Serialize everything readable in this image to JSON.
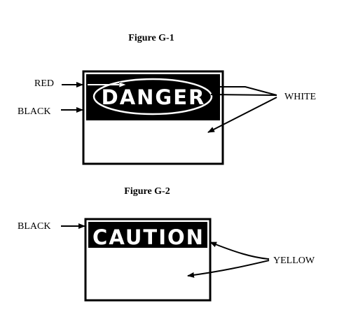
{
  "figure1": {
    "caption": "Figure G-1",
    "sign_word": "DANGER",
    "labels": {
      "red": "RED",
      "black": "BLACK",
      "white": "WHITE"
    }
  },
  "figure2": {
    "caption": "Figure G-2",
    "sign_word": "CAUTION",
    "labels": {
      "black": "BLACK",
      "yellow": "YELLOW"
    }
  },
  "colors": {
    "ink": "#000000",
    "paper": "#ffffff"
  }
}
